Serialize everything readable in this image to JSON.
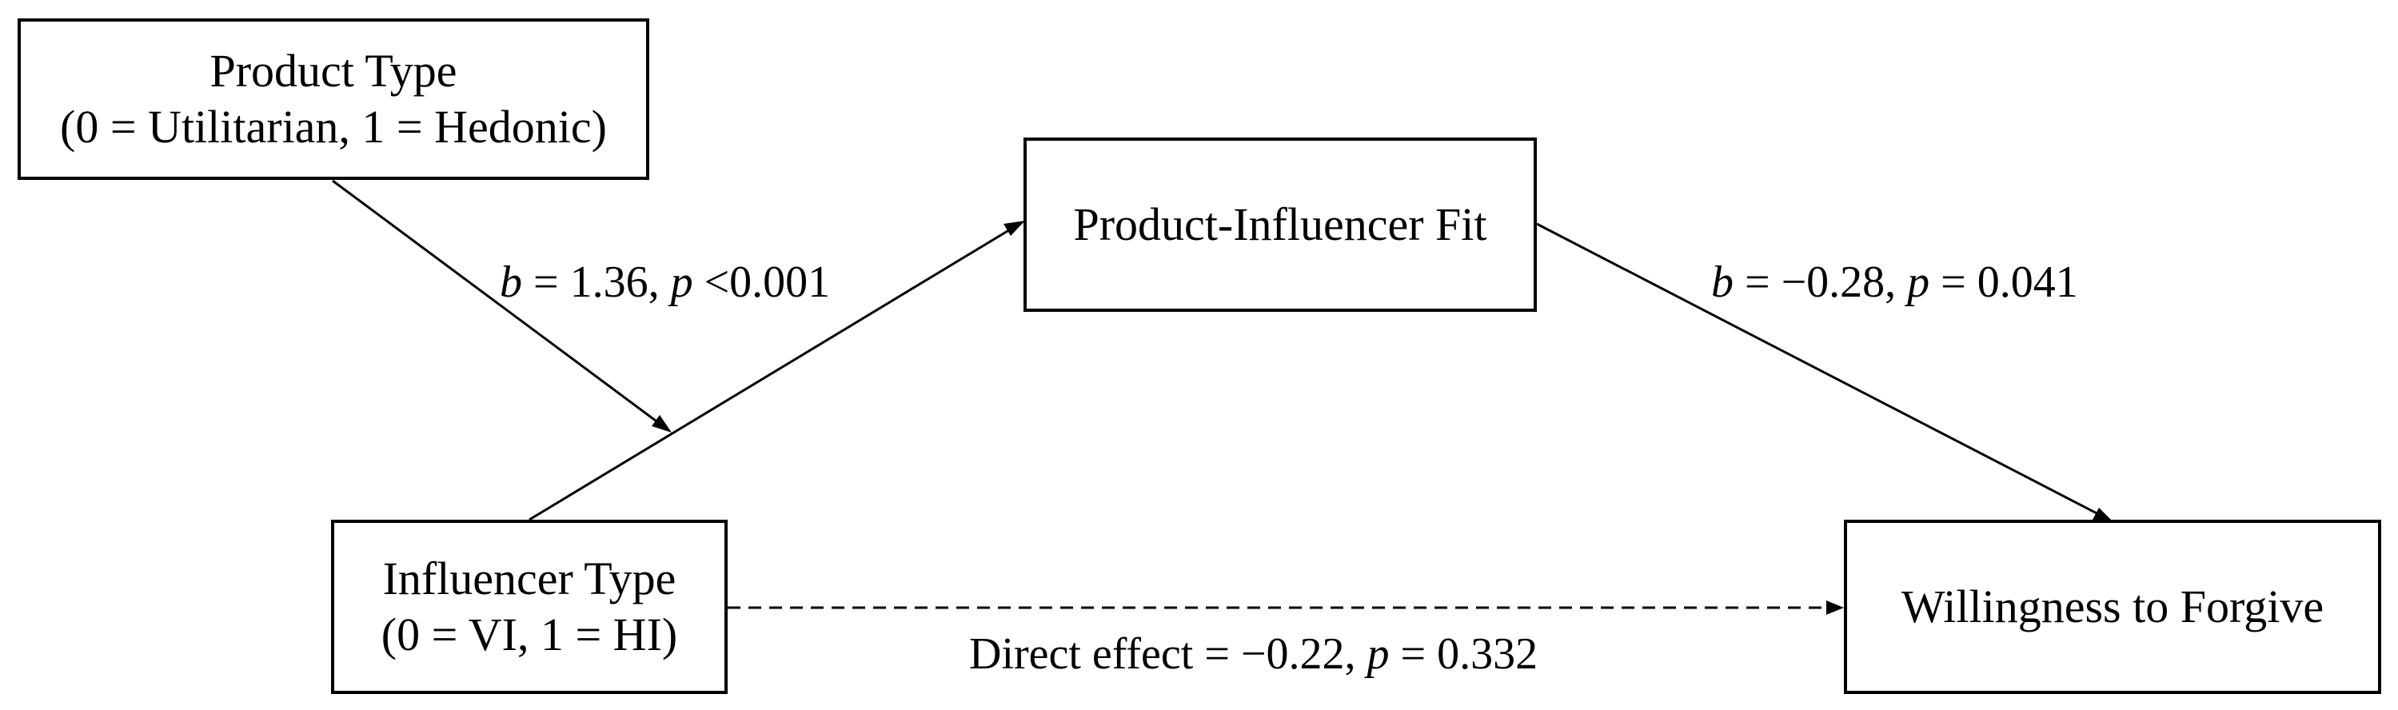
{
  "nodes": {
    "product_type": {
      "title": "Product Type",
      "subtitle": "(0 = Utilitarian, 1 = Hedonic)"
    },
    "influencer_type": {
      "title": "Influencer Type",
      "subtitle": "(0 = VI, 1 = HI)"
    },
    "mediator": {
      "title": "Product-Influencer Fit"
    },
    "outcome": {
      "title": "Willingness to Forgive"
    }
  },
  "paths": {
    "a_path": {
      "coef_symbol": "b",
      "coef_text": " = 1.36, ",
      "p_symbol": "p",
      "p_text": " <0.001"
    },
    "b_path": {
      "coef_symbol": "b",
      "coef_text": " = −0.28, ",
      "p_symbol": "p",
      "p_text": " = 0.041"
    },
    "direct": {
      "prefix": "Direct effect = −0.22, ",
      "p_symbol": "p",
      "p_text": " = 0.332"
    }
  },
  "colors": {
    "line": "#000000",
    "background": "#ffffff"
  }
}
